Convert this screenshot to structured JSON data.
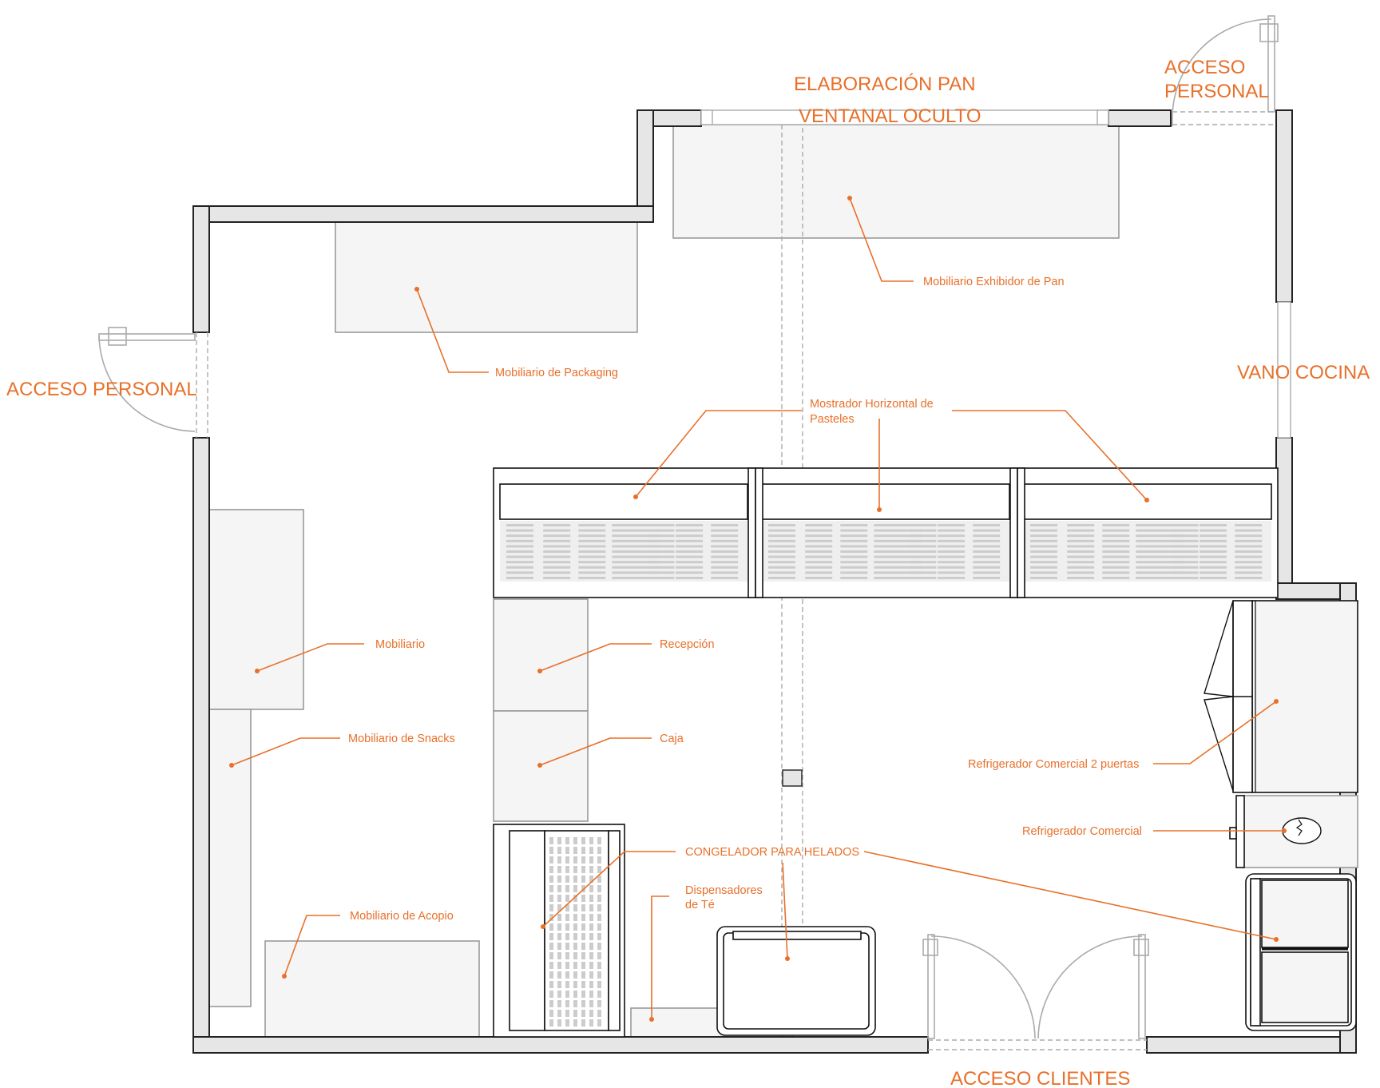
{
  "colors": {
    "accent": "#e8702a",
    "wall": "#222222",
    "furniture": "#f5f5f5"
  },
  "labels": {
    "elaboracion_pan": "ELABORACIÓN PAN",
    "ventanal_oculto": "VENTANAL OCULTO",
    "acceso_personal_top": [
      "ACCESO",
      "PERSONAL"
    ],
    "acceso_personal_left": "ACCESO PERSONAL",
    "vano_cocina": "VANO  COCINA",
    "acceso_clientes": "ACCESO CLIENTES",
    "mobiliario_exhibidor_pan": "Mobiliario Exhibidor de Pan",
    "mobiliario_packaging": "Mobiliario de Packaging",
    "mostrador_horizontal": [
      "Mostrador Horizontal de",
      "Pasteles"
    ],
    "mobiliario": "Mobiliario",
    "recepcion": "Recepción",
    "mobiliario_snacks": "Mobiliario de Snacks",
    "caja": "Caja",
    "refrigerador_2_puertas": "Refrigerador Comercial 2 puertas",
    "refrigerador_comercial": "Refrigerador Comercial",
    "congelador_helados": "CONGELADOR PARA HELADOS",
    "dispensadores_te": [
      "Dispensadores",
      "de Té"
    ],
    "mobiliario_acopio": "Mobiliario de Acopio"
  }
}
